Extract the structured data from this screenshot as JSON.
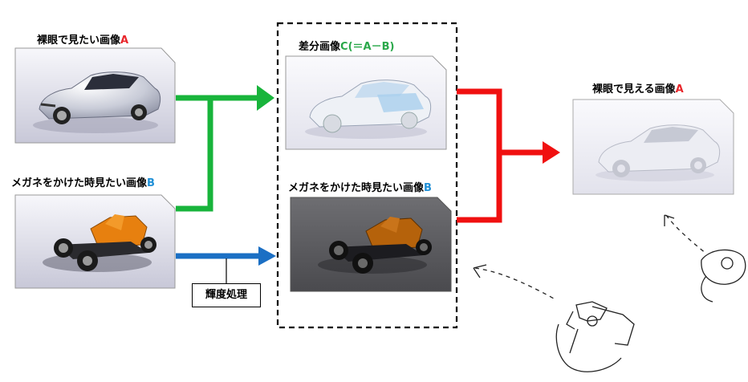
{
  "labels": {
    "naked_eye_image": {
      "text": "裸眼で見たい画像",
      "letter": "A"
    },
    "glasses_image_left": {
      "text": "メガネをかけた時見たい画像",
      "letter": "B"
    },
    "difference_image": {
      "text": "差分画像",
      "letter": "C",
      "formula": "(＝A－B)"
    },
    "glasses_image_center": {
      "text": "メガネをかけた時見たい画像",
      "letter": "B"
    },
    "naked_eye_result": {
      "text": "裸眼で見える画像",
      "letter": "A"
    },
    "process": "輝度処理"
  },
  "colors": {
    "red_letter": "#e8262b",
    "blue_letter": "#1f8fd6",
    "green_letter": "#2aa84a",
    "green_arrow": "#18b43b",
    "blue_arrow": "#1b6fc4",
    "red_arrow": "#f01010",
    "car_body": "#d6d8e4",
    "chassis_orange": "#e7800f"
  },
  "icons": [
    "car-image",
    "chassis-image",
    "eye-sketch-icon",
    "glasses-sketch-icon"
  ]
}
